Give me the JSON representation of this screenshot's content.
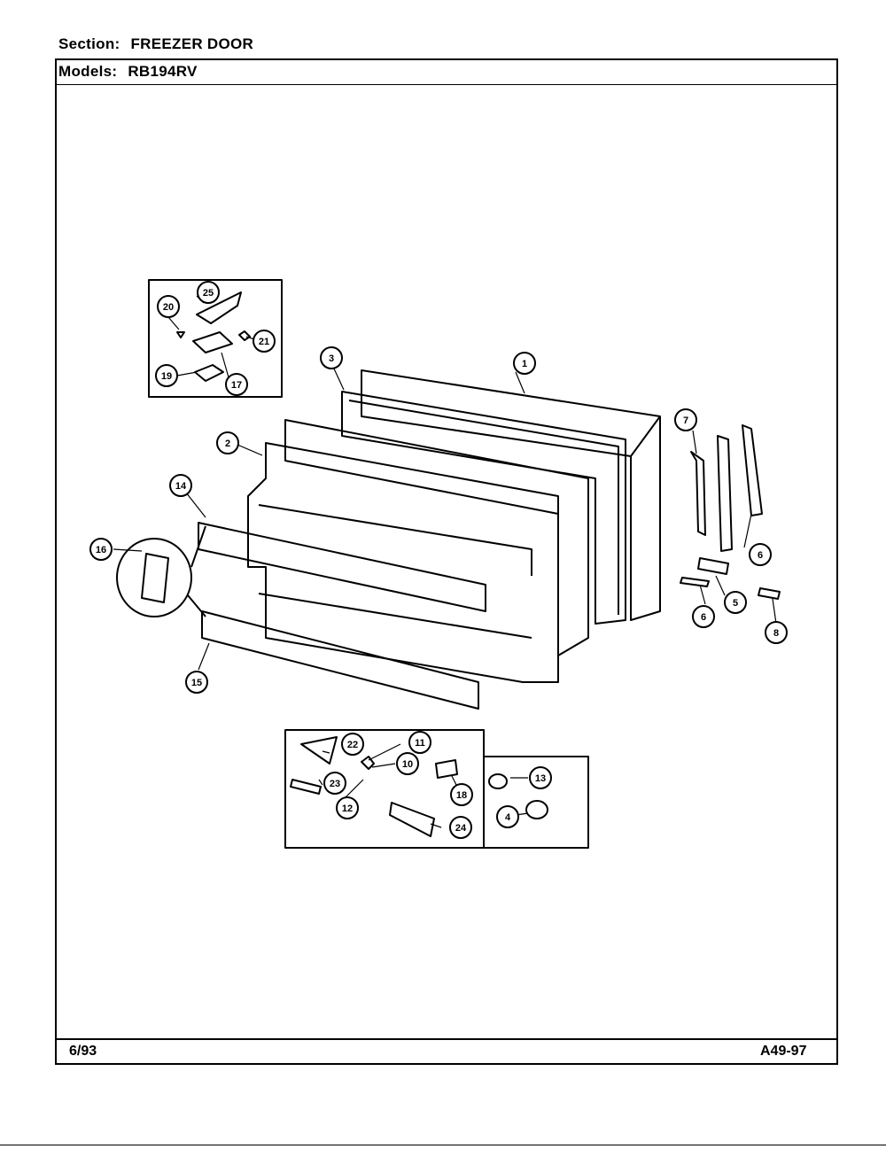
{
  "header": {
    "section_label": "Section:",
    "section_value": "FREEZER DOOR",
    "models_label": "Models:",
    "models_value": "RB194RV"
  },
  "footer": {
    "date": "6/93",
    "code": "A49-97"
  },
  "callouts": [
    {
      "id": "c1",
      "label": "1"
    },
    {
      "id": "c2",
      "label": "2"
    },
    {
      "id": "c3",
      "label": "3"
    },
    {
      "id": "c4",
      "label": "4"
    },
    {
      "id": "c5",
      "label": "5"
    },
    {
      "id": "c6a",
      "label": "6"
    },
    {
      "id": "c6b",
      "label": "6"
    },
    {
      "id": "c7",
      "label": "7"
    },
    {
      "id": "c8",
      "label": "8"
    },
    {
      "id": "c10",
      "label": "10"
    },
    {
      "id": "c11",
      "label": "11"
    },
    {
      "id": "c12",
      "label": "12"
    },
    {
      "id": "c13",
      "label": "13"
    },
    {
      "id": "c14",
      "label": "14"
    },
    {
      "id": "c15",
      "label": "15"
    },
    {
      "id": "c16",
      "label": "16"
    },
    {
      "id": "c17",
      "label": "17"
    },
    {
      "id": "c18",
      "label": "18"
    },
    {
      "id": "c19",
      "label": "19"
    },
    {
      "id": "c20",
      "label": "20"
    },
    {
      "id": "c21",
      "label": "21"
    },
    {
      "id": "c22",
      "label": "22"
    },
    {
      "id": "c23",
      "label": "23"
    },
    {
      "id": "c24",
      "label": "24"
    },
    {
      "id": "c25",
      "label": "25"
    }
  ]
}
